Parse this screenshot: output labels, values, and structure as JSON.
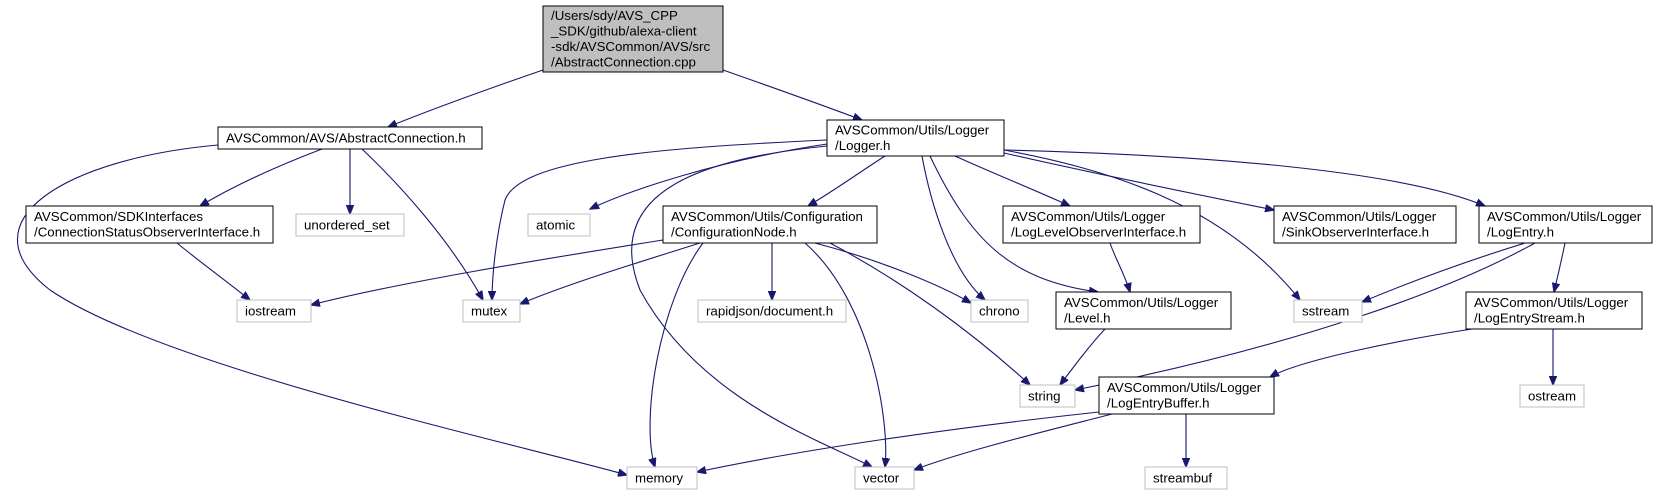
{
  "diagram": {
    "edge_color": "#191970",
    "node_styles": {
      "main": {
        "fill": "#bfbfbf",
        "border": "#000000"
      },
      "local": {
        "fill": "#ffffff",
        "border": "#000000"
      },
      "system": {
        "fill": "#ffffff",
        "border": "#bfbfbf"
      }
    },
    "nodes": [
      {
        "id": "root",
        "kind": "main",
        "lines": [
          "/Users/sdy/AVS_CPP",
          "_SDK/github/alexa-client",
          "-sdk/AVSCommon/AVS/src",
          "/AbstractConnection.cpp"
        ]
      },
      {
        "id": "abstractconn_h",
        "kind": "local",
        "lines": [
          "AVSCommon/AVS/AbstractConnection.h"
        ]
      },
      {
        "id": "logger_h",
        "kind": "local",
        "lines": [
          "AVSCommon/Utils/Logger",
          "/Logger.h"
        ]
      },
      {
        "id": "connstatus_h",
        "kind": "local",
        "lines": [
          "AVSCommon/SDKInterfaces",
          "/ConnectionStatusObserverInterface.h"
        ]
      },
      {
        "id": "unordered_set",
        "kind": "system",
        "lines": [
          "unordered_set"
        ]
      },
      {
        "id": "atomic",
        "kind": "system",
        "lines": [
          "atomic"
        ]
      },
      {
        "id": "confignode_h",
        "kind": "local",
        "lines": [
          "AVSCommon/Utils/Configuration",
          "/ConfigurationNode.h"
        ]
      },
      {
        "id": "loglevelobs_h",
        "kind": "local",
        "lines": [
          "AVSCommon/Utils/Logger",
          "/LogLevelObserverInterface.h"
        ]
      },
      {
        "id": "sinkobs_h",
        "kind": "local",
        "lines": [
          "AVSCommon/Utils/Logger",
          "/SinkObserverInterface.h"
        ]
      },
      {
        "id": "logentry_h",
        "kind": "local",
        "lines": [
          "AVSCommon/Utils/Logger",
          "/LogEntry.h"
        ]
      },
      {
        "id": "iostream",
        "kind": "system",
        "lines": [
          "iostream"
        ]
      },
      {
        "id": "mutex",
        "kind": "system",
        "lines": [
          "mutex"
        ]
      },
      {
        "id": "rapidjson",
        "kind": "system",
        "lines": [
          "rapidjson/document.h"
        ]
      },
      {
        "id": "chrono",
        "kind": "system",
        "lines": [
          "chrono"
        ]
      },
      {
        "id": "level_h",
        "kind": "local",
        "lines": [
          "AVSCommon/Utils/Logger",
          "/Level.h"
        ]
      },
      {
        "id": "sstream",
        "kind": "system",
        "lines": [
          "sstream"
        ]
      },
      {
        "id": "logentrystream_h",
        "kind": "local",
        "lines": [
          "AVSCommon/Utils/Logger",
          "/LogEntryStream.h"
        ]
      },
      {
        "id": "string",
        "kind": "system",
        "lines": [
          "string"
        ]
      },
      {
        "id": "logentrybuffer_h",
        "kind": "local",
        "lines": [
          "AVSCommon/Utils/Logger",
          "/LogEntryBuffer.h"
        ]
      },
      {
        "id": "ostream",
        "kind": "system",
        "lines": [
          "ostream"
        ]
      },
      {
        "id": "memory",
        "kind": "system",
        "lines": [
          "memory"
        ]
      },
      {
        "id": "vector",
        "kind": "system",
        "lines": [
          "vector"
        ]
      },
      {
        "id": "streambuf",
        "kind": "system",
        "lines": [
          "streambuf"
        ]
      }
    ],
    "edges": [
      [
        "root",
        "abstractconn_h"
      ],
      [
        "root",
        "logger_h"
      ],
      [
        "abstractconn_h",
        "connstatus_h"
      ],
      [
        "abstractconn_h",
        "unordered_set"
      ],
      [
        "abstractconn_h",
        "mutex"
      ],
      [
        "abstractconn_h",
        "memory"
      ],
      [
        "connstatus_h",
        "iostream"
      ],
      [
        "logger_h",
        "atomic"
      ],
      [
        "logger_h",
        "mutex"
      ],
      [
        "logger_h",
        "vector"
      ],
      [
        "logger_h",
        "confignode_h"
      ],
      [
        "logger_h",
        "chrono"
      ],
      [
        "logger_h",
        "level_h"
      ],
      [
        "logger_h",
        "loglevelobs_h"
      ],
      [
        "logger_h",
        "sstream"
      ],
      [
        "logger_h",
        "sinkobs_h"
      ],
      [
        "logger_h",
        "logentry_h"
      ],
      [
        "confignode_h",
        "iostream"
      ],
      [
        "confignode_h",
        "mutex"
      ],
      [
        "confignode_h",
        "memory"
      ],
      [
        "confignode_h",
        "rapidjson"
      ],
      [
        "confignode_h",
        "vector"
      ],
      [
        "confignode_h",
        "chrono"
      ],
      [
        "confignode_h",
        "string"
      ],
      [
        "loglevelobs_h",
        "level_h"
      ],
      [
        "level_h",
        "string"
      ],
      [
        "logentry_h",
        "sstream"
      ],
      [
        "logentry_h",
        "string"
      ],
      [
        "logentry_h",
        "logentrystream_h"
      ],
      [
        "logentrystream_h",
        "logentrybuffer_h"
      ],
      [
        "logentrystream_h",
        "ostream"
      ],
      [
        "logentrybuffer_h",
        "memory"
      ],
      [
        "logentrybuffer_h",
        "vector"
      ],
      [
        "logentrybuffer_h",
        "streambuf"
      ]
    ]
  }
}
